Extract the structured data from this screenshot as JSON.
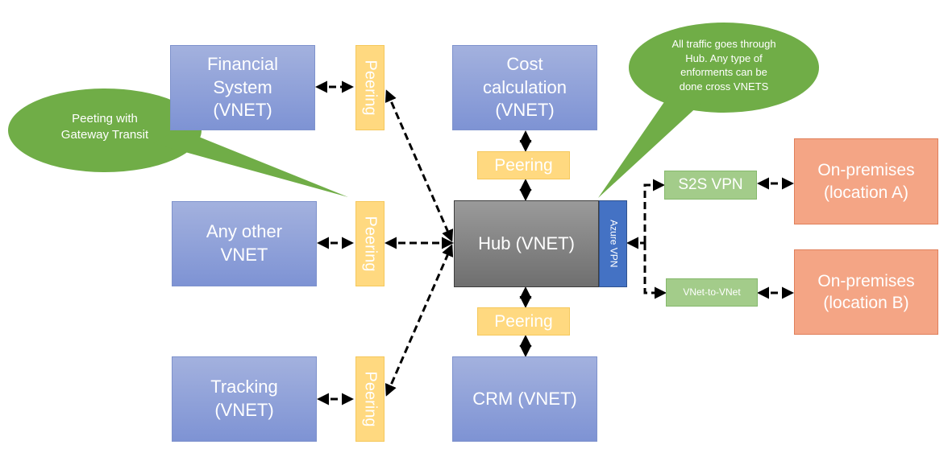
{
  "nodes": {
    "financial": "Financial\nSystem\n(VNET)",
    "cost": "Cost\ncalculation\n(VNET)",
    "any_other": "Any other\nVNET",
    "tracking": "Tracking\n(VNET)",
    "crm": "CRM (VNET)",
    "hub": "Hub (VNET)",
    "azure_vpn": "Azure VPN",
    "s2s_vpn": "S2S VPN",
    "vnet_to_vnet": "VNet-to-VNet",
    "onprem_a": "On-premises\n(location A)",
    "onprem_b": "On-premises\n(location B)"
  },
  "peering": {
    "label": "Peering"
  },
  "callouts": {
    "gateway_transit": "Peeting with\nGateway Transit",
    "hub_traffic": "All traffic goes through\nHub. Any type of\nenforments can be\ndone cross VNETS"
  },
  "colors": {
    "vnet": "#8497d6",
    "peering": "#ffd980",
    "hub": "#808080",
    "azure_vpn": "#4472c4",
    "vpn_gateway": "#a3cc8a",
    "onprem": "#f4a585",
    "callout": "#70ad47"
  }
}
